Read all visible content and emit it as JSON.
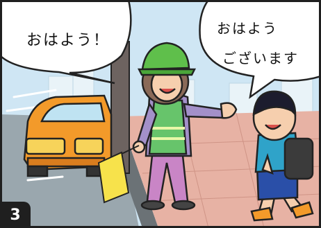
{
  "panel": {
    "number": "3"
  },
  "bubbles": {
    "guard": "おはよう！",
    "child_line1": "おはよう",
    "child_line2": "ございます"
  },
  "colors": {
    "sky": "#cfe6f4",
    "sidewalk": "#e7b2a4",
    "road": "#9aa7ae",
    "car": "#f39a2a",
    "vest": "#67c46b",
    "cap": "#5fbf4b",
    "flag": "#f7e24b",
    "pants": "#c985c6",
    "backpack": "#3b3b3b",
    "child_shirt": "#2fa3c9",
    "child_shorts": "#2a4fa8"
  }
}
